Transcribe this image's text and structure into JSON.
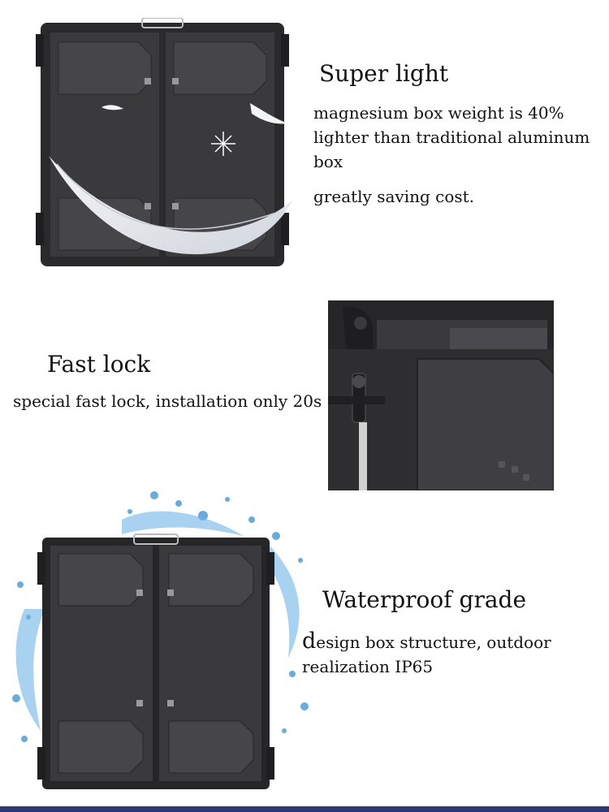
{
  "sections": [
    {
      "title": "Super light",
      "description_lines": [
        "magnesium box weight is 40% lighter  than traditional aluminum box",
        "greatly saving cost."
      ]
    },
    {
      "title": "Fast lock",
      "description_lines": [
        "special fast lock, installation only 20s"
      ]
    },
    {
      "title": "Waterproof grade",
      "description_first_letter": "d",
      "description_rest": "esign box structure, outdoor realization IP65"
    }
  ],
  "colors": {
    "text": "#111111",
    "cabinet": "#2c2c2e",
    "panel": "#3d3d40",
    "water": "#3a8fd0",
    "bottom_bar": "#2b3a70"
  }
}
